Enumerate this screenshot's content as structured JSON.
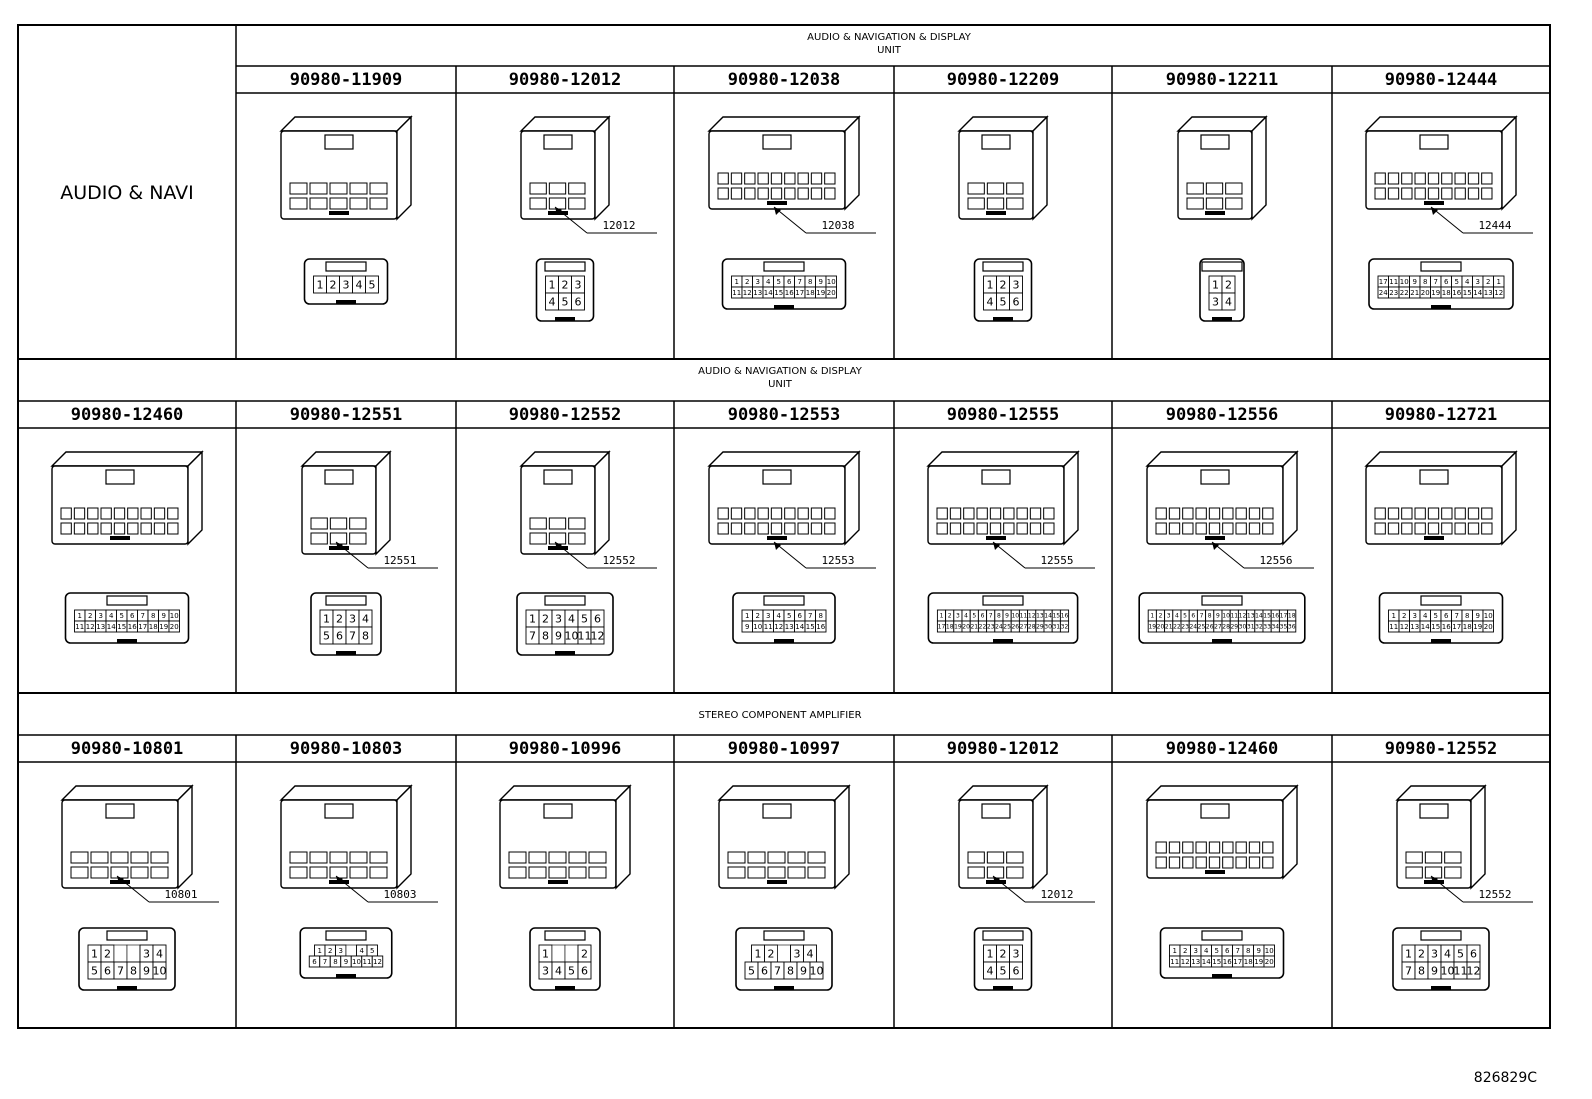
{
  "side_label": "AUDIO & NAVI",
  "drawing_code": "826829C",
  "sections": [
    {
      "title_lines": [
        "AUDIO & NAVIGATION & DISPLAY",
        "UNIT"
      ],
      "connectors": [
        {
          "part": "90980-11909",
          "callout": "",
          "shape": "clip",
          "pin_rows": [
            [
              "1",
              "2",
              "3",
              "4",
              "5"
            ]
          ]
        },
        {
          "part": "90980-12012",
          "callout": "12012",
          "shape": "tall",
          "pin_rows": [
            [
              "1",
              "2",
              "3"
            ],
            [
              "4",
              "5",
              "6"
            ]
          ]
        },
        {
          "part": "90980-12038",
          "callout": "12038",
          "shape": "wide",
          "pin_rows": [
            [
              "1",
              "2",
              "3",
              "4",
              "5",
              "6",
              "7",
              "8",
              "9",
              "10"
            ],
            [
              "11",
              "12",
              "13",
              "14",
              "15",
              "16",
              "17",
              "18",
              "19",
              "20"
            ]
          ]
        },
        {
          "part": "90980-12209",
          "callout": "",
          "shape": "tall",
          "pin_rows": [
            [
              "1",
              "2",
              "3"
            ],
            [
              "4",
              "5",
              "6"
            ]
          ]
        },
        {
          "part": "90980-12211",
          "callout": "",
          "shape": "tall",
          "pin_rows": [
            [
              "1",
              "2"
            ],
            [
              "3",
              "4"
            ]
          ]
        },
        {
          "part": "90980-12444",
          "callout": "12444",
          "shape": "wide",
          "pin_rows": [
            [
              "17",
              "11",
              "10",
              "9",
              "8",
              "7",
              "6",
              "5",
              "4",
              "3",
              "2",
              "1"
            ],
            [
              "24",
              "23",
              "22",
              "21",
              "20",
              "19",
              "18",
              "16",
              "15",
              "14",
              "13",
              "12"
            ]
          ]
        }
      ]
    },
    {
      "title_lines": [
        "AUDIO & NAVIGATION & DISPLAY",
        "UNIT"
      ],
      "connectors": [
        {
          "part": "90980-12460",
          "callout": "",
          "shape": "wide",
          "pin_rows": [
            [
              "1",
              "2",
              "3",
              "4",
              "5",
              "6",
              "7",
              "8",
              "9",
              "10"
            ],
            [
              "11",
              "12",
              "13",
              "14",
              "15",
              "16",
              "17",
              "18",
              "19",
              "20"
            ]
          ]
        },
        {
          "part": "90980-12551",
          "callout": "12551",
          "shape": "tall",
          "pin_rows": [
            [
              "1",
              "2",
              "3",
              "4"
            ],
            [
              "5",
              "6",
              "7",
              "8"
            ]
          ]
        },
        {
          "part": "90980-12552",
          "callout": "12552",
          "shape": "tall",
          "pin_rows": [
            [
              "1",
              "2",
              "3",
              "4",
              "5",
              "6"
            ],
            [
              "7",
              "8",
              "9",
              "10",
              "11",
              "12"
            ]
          ]
        },
        {
          "part": "90980-12553",
          "callout": "12553",
          "shape": "wide",
          "pin_rows": [
            [
              "1",
              "2",
              "3",
              "4",
              "5",
              "6",
              "7",
              "8"
            ],
            [
              "9",
              "10",
              "11",
              "12",
              "13",
              "14",
              "15",
              "16"
            ]
          ]
        },
        {
          "part": "90980-12555",
          "callout": "12555",
          "shape": "wide",
          "pin_rows": [
            [
              "1",
              "2",
              "3",
              "4",
              "5",
              "6",
              "7",
              "8",
              "9",
              "10",
              "11",
              "12",
              "13",
              "14",
              "15",
              "16"
            ],
            [
              "17",
              "18",
              "19",
              "20",
              "21",
              "22",
              "23",
              "24",
              "25",
              "26",
              "27",
              "28",
              "29",
              "30",
              "31",
              "32"
            ]
          ]
        },
        {
          "part": "90980-12556",
          "callout": "12556",
          "shape": "wide",
          "pin_rows": [
            [
              "1",
              "2",
              "3",
              "4",
              "5",
              "6",
              "7",
              "8",
              "9",
              "10",
              "11",
              "12",
              "13",
              "14",
              "15",
              "16",
              "17",
              "18"
            ],
            [
              "19",
              "20",
              "21",
              "22",
              "23",
              "24",
              "25",
              "26",
              "27",
              "28",
              "29",
              "30",
              "31",
              "32",
              "33",
              "34",
              "35",
              "36"
            ]
          ]
        },
        {
          "part": "90980-12721",
          "callout": "",
          "shape": "wide",
          "pin_rows": [
            [
              "1",
              "2",
              "3",
              "4",
              "5",
              "6",
              "7",
              "8",
              "9",
              "10"
            ],
            [
              "11",
              "12",
              "13",
              "14",
              "15",
              "16",
              "17",
              "18",
              "19",
              "20"
            ]
          ]
        }
      ]
    },
    {
      "title_lines": [
        "STEREO COMPONENT AMPLIFIER"
      ],
      "connectors": [
        {
          "part": "90980-10801",
          "callout": "10801",
          "shape": "clip",
          "pin_rows": [
            [
              "1",
              "2",
              "",
              "",
              "3",
              "4"
            ],
            [
              "5",
              "6",
              "7",
              "8",
              "9",
              "10"
            ]
          ]
        },
        {
          "part": "90980-10803",
          "callout": "10803",
          "shape": "clip",
          "pin_rows": [
            [
              "1",
              "2",
              "3",
              "",
              "4",
              "5"
            ],
            [
              "6",
              "7",
              "8",
              "9",
              "10",
              "11",
              "12"
            ]
          ]
        },
        {
          "part": "90980-10996",
          "callout": "",
          "shape": "clip",
          "pin_rows": [
            [
              "1",
              "",
              "",
              "2"
            ],
            [
              "3",
              "4",
              "5",
              "6"
            ]
          ]
        },
        {
          "part": "90980-10997",
          "callout": "",
          "shape": "clip",
          "pin_rows": [
            [
              "1",
              "2",
              "",
              "3",
              "4"
            ],
            [
              "5",
              "6",
              "7",
              "8",
              "9",
              "10"
            ]
          ]
        },
        {
          "part": "90980-12012",
          "callout": "12012",
          "shape": "tall",
          "pin_rows": [
            [
              "1",
              "2",
              "3"
            ],
            [
              "4",
              "5",
              "6"
            ]
          ]
        },
        {
          "part": "90980-12460",
          "callout": "",
          "shape": "wide",
          "pin_rows": [
            [
              "1",
              "2",
              "3",
              "4",
              "5",
              "6",
              "7",
              "8",
              "9",
              "10"
            ],
            [
              "11",
              "12",
              "13",
              "14",
              "15",
              "16",
              "17",
              "18",
              "19",
              "20"
            ]
          ]
        },
        {
          "part": "90980-12552",
          "callout": "12552",
          "shape": "tall",
          "pin_rows": [
            [
              "1",
              "2",
              "3",
              "4",
              "5",
              "6"
            ],
            [
              "7",
              "8",
              "9",
              "10",
              "11",
              "12"
            ]
          ]
        }
      ]
    }
  ]
}
